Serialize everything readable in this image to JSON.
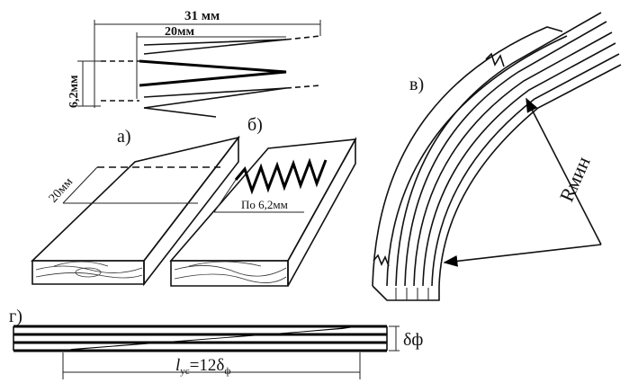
{
  "labels": {
    "dim_total_top": "31 мм",
    "dim_inner_top": "20мм",
    "dim_height": "6,2мм",
    "panel_a": "а)",
    "panel_b": "б)",
    "panel_v": "в)",
    "panel_g": "г)",
    "dim_a_length": "20мм",
    "dim_b_pitch": "По 6,2мм",
    "radius": "Rмин",
    "delta_f": "δф",
    "length_base": "l",
    "length_sub": "ус",
    "length_eq": "=12δ",
    "length_eq_sub": "ф"
  }
}
